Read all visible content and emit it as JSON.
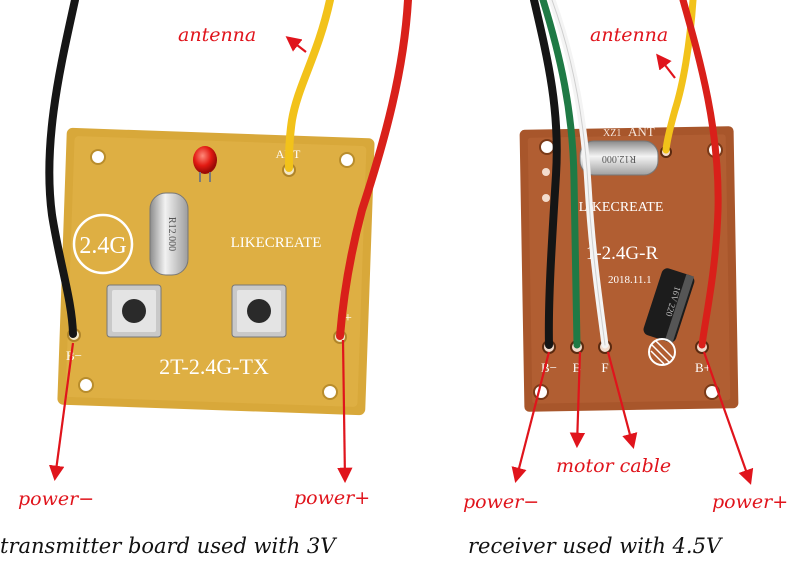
{
  "colors": {
    "accent_red": "#e0141c",
    "caption": "#111111"
  },
  "transmitter": {
    "antenna_label": "antenna",
    "power_minus_label": "power−",
    "power_plus_label": "power+",
    "caption": "transmitter board used with 3V",
    "board": {
      "freq_badge": "2.4G",
      "brand": "LIKECREATE",
      "model": "2T-2.4G-TX",
      "pad_ant": "ANT",
      "pad_minus": "B−",
      "pad_plus": "+",
      "crystal": "R12.000"
    }
  },
  "receiver": {
    "antenna_label": "antenna",
    "motor_label": "motor cable",
    "power_minus_label": "power−",
    "power_plus_label": "power+",
    "caption": "receiver used with 4.5V",
    "board": {
      "brand": "LIKECREATE",
      "model": "1-2.4G-R",
      "date": "2018.11.1",
      "crystal": "R12.000",
      "pad_ant": "ANT",
      "pad_xz": "XZ1",
      "pad_b_minus": "B−",
      "pad_b": "B",
      "pad_f": "F",
      "pad_b_plus": "B+",
      "cap_value": "16V 220"
    }
  }
}
